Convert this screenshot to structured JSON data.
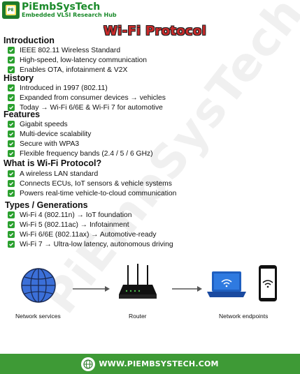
{
  "brand": {
    "name": "PiEmbSysTech",
    "tagline": "Embedded VLSI Research Hub",
    "logo_text": "PE"
  },
  "watermark": "PiEmbSysTech",
  "title": "Wi-Fi Protocol",
  "sections": [
    {
      "title": "Introduction",
      "items": [
        "IEEE 802.11 Wireless Standard",
        "High-speed, low-latency communication",
        "Enables OTA, infotainment & V2X"
      ]
    },
    {
      "title": "History",
      "items": [
        "Introduced in 1997 (802.11)",
        "Expanded from consumer devices → vehicles",
        "Today → Wi-Fi 6/6E & Wi-Fi 7 for automotive"
      ]
    },
    {
      "title": "Features",
      "items": [
        "Gigabit speeds",
        "Multi-device scalability",
        "Secure with WPA3",
        "Flexible frequency bands (2.4 / 5 / 6 GHz)"
      ]
    },
    {
      "title": "What is Wi-Fi Protocol?",
      "items": [
        "A wireless LAN standard",
        "Connects ECUs, IoT sensors & vehicle systems",
        "Powers real-time vehicle-to-cloud communication"
      ]
    },
    {
      "title": "Types / Generations",
      "items": [
        "Wi-Fi 4 (802.11n) → IoT foundation",
        "Wi-Fi 5 (802.11ac) → Infotainment",
        "Wi-Fi 6/6E (802.11ax) → Automotive-ready",
        "Wi-Fi 7 → Ultra-low latency, autonomous driving"
      ]
    }
  ],
  "diagram": {
    "labels": [
      "Network services",
      "Router",
      "Network endpoints"
    ],
    "icons": [
      "globe-icon",
      "router-icon",
      "laptop-icon",
      "smartphone-icon"
    ]
  },
  "footer": {
    "url": "WWW.PIEMBSYSTECH.COM"
  },
  "colors": {
    "brand_green": "#1a8a2a",
    "title_red": "#c92a2a",
    "check_green": "#2aa02e",
    "footer_green": "#3e9a36",
    "globe_blue": "#3b6fd8"
  }
}
